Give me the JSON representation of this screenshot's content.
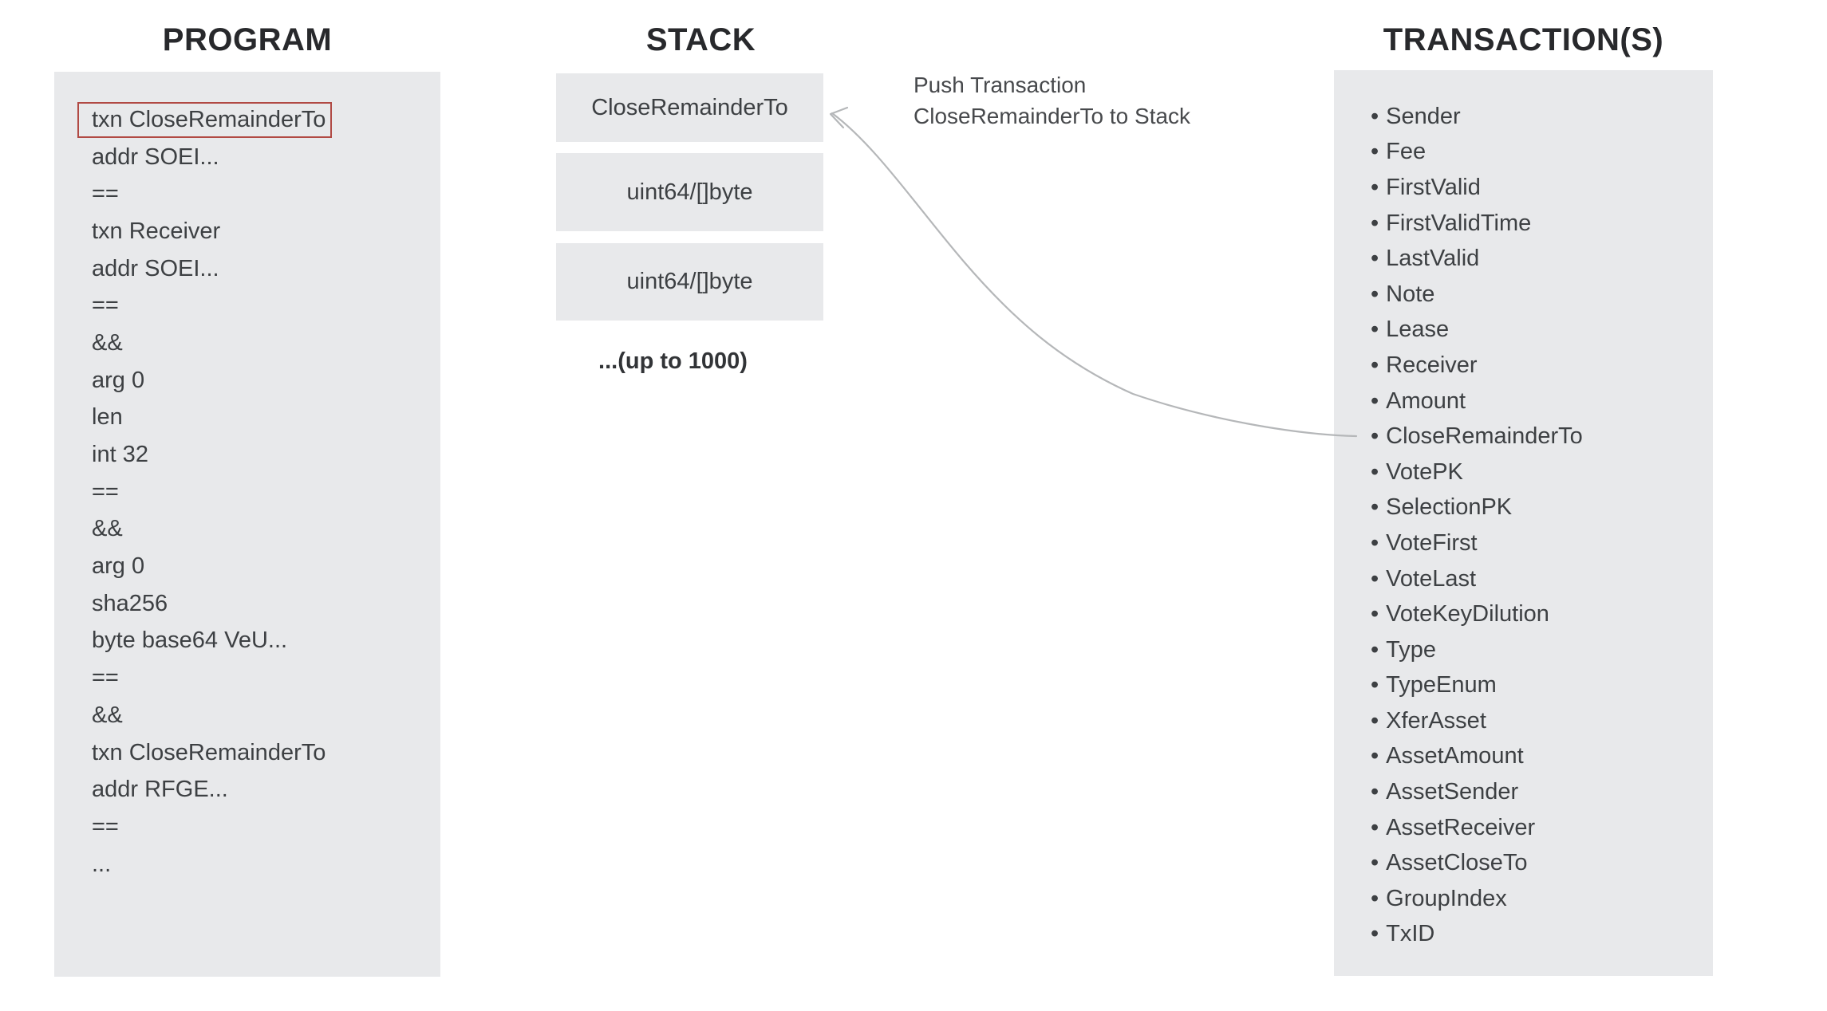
{
  "program": {
    "title": "PROGRAM",
    "lines": [
      "txn CloseRemainderTo",
      "addr SOEI...",
      "==",
      "txn Receiver",
      "addr SOEI...",
      "==",
      "&&",
      "arg 0",
      "len",
      "int 32",
      "==",
      "&&",
      "arg 0",
      "sha256",
      "byte base64 VeU...",
      "==",
      "&&",
      "txn CloseRemainderTo",
      "addr RFGE...",
      "==",
      "..."
    ],
    "highlighted_line": "txn CloseRemainderTo"
  },
  "stack": {
    "title": "STACK",
    "boxes": [
      "CloseRemainderTo",
      "uint64/[]byte",
      "uint64/[]byte"
    ],
    "caption": "...(up to 1000)"
  },
  "transactions": {
    "title": "TRANSACTION(S)",
    "fields": [
      "Sender",
      "Fee",
      "FirstValid",
      "FirstValidTime",
      "LastValid",
      "Note",
      "Lease",
      "Receiver",
      "Amount",
      "CloseRemainderTo",
      "VotePK",
      "SelectionPK",
      "VoteFirst",
      "VoteLast",
      "VoteKeyDilution",
      "Type",
      "TypeEnum",
      "XferAsset",
      "AssetAmount",
      "AssetSender",
      "AssetReceiver",
      "AssetCloseTo",
      "GroupIndex",
      "TxID"
    ],
    "highlighted_field": "CloseRemainderTo"
  },
  "annotation": {
    "line1": "Push Transaction",
    "line2": "CloseRemainderTo to Stack"
  },
  "colors": {
    "panel_bg": "#e8e9eb",
    "highlight_border": "#b14a44",
    "arrow": "#b5b7b9",
    "body_text": "#3d4043",
    "title_text": "#28292c",
    "annotation_text": "#47494c"
  }
}
